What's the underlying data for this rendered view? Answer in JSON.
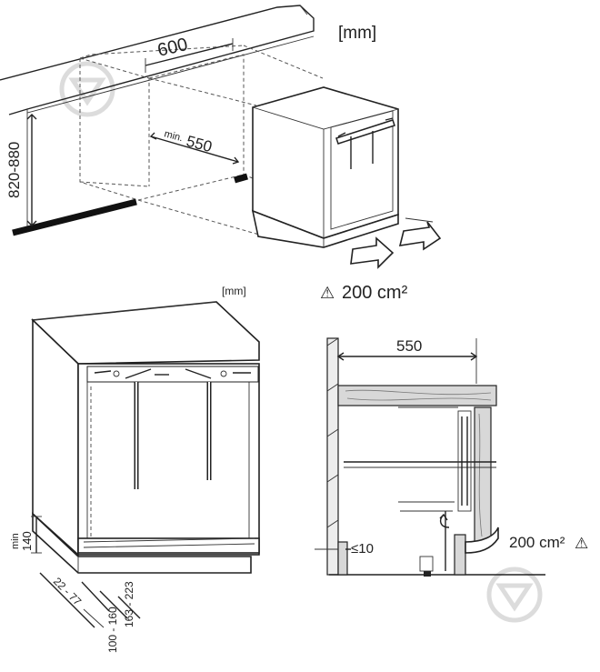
{
  "top_view": {
    "units": "[mm]",
    "width": "600",
    "depth_prefix": "min.",
    "depth_value": "550",
    "height": "820-880"
  },
  "ventilation": {
    "warning_symbol": "⚠",
    "area": "200 cm²"
  },
  "front_view": {
    "units": "[mm]",
    "plinth_min_prefix": "min",
    "plinth_min": "140",
    "offset": "22 - 77",
    "range_a": "100 - 160",
    "range_b": "163 - 223"
  },
  "side_view": {
    "depth": "550",
    "gap_symbol": "≤10",
    "vent_area": "200 cm²",
    "warning_symbol": "⚠"
  },
  "watermark_icon": "shield-watermark-icon"
}
